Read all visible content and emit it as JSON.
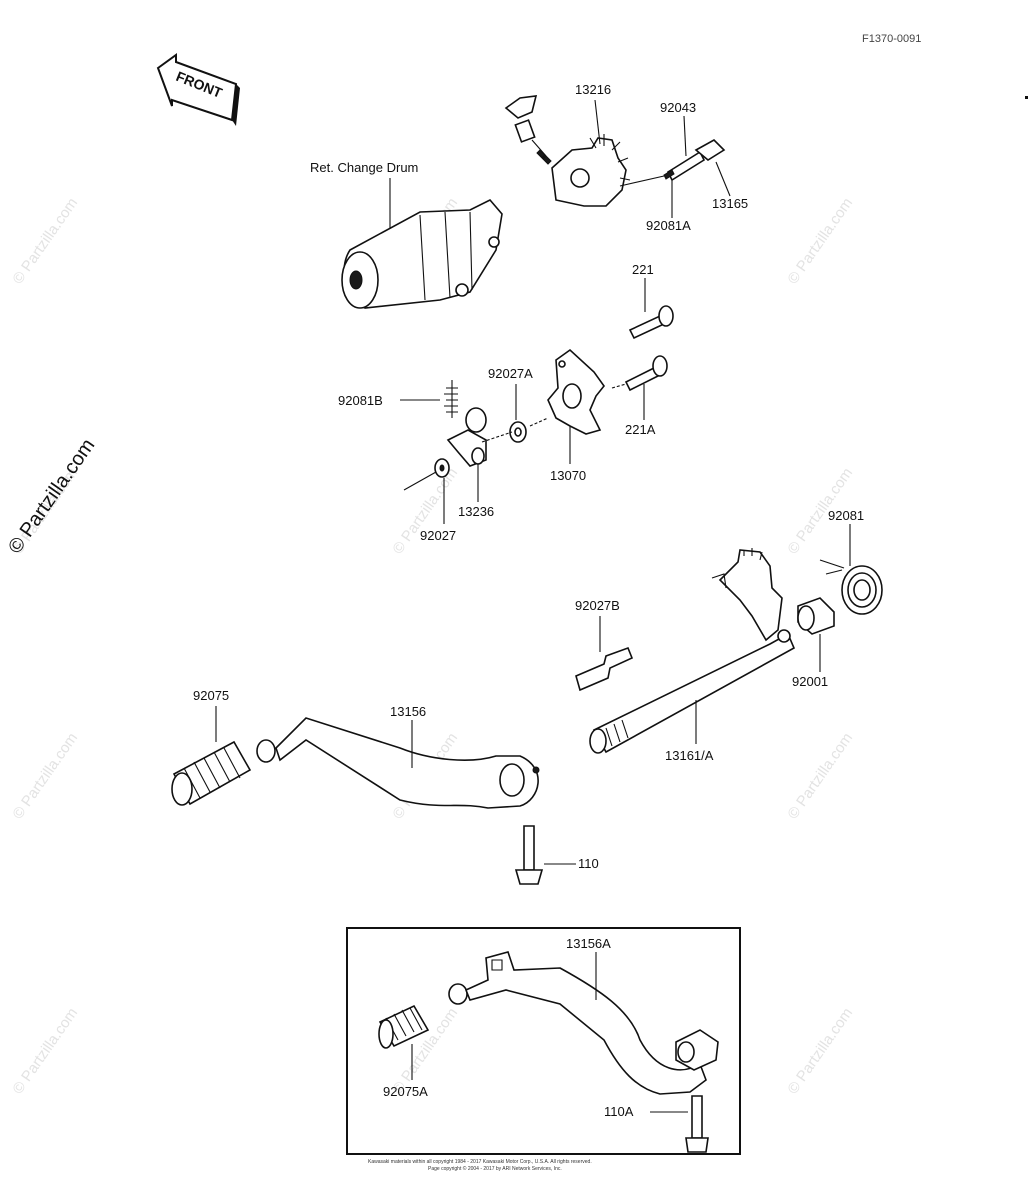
{
  "diagram": {
    "code": "F1370-0091",
    "front_label": "FRONT",
    "ref_label": "Ret. Change Drum",
    "watermark": "© Partzilla.com",
    "footer_line1": "Kawasaki materials within all copyright 1984 - 2017 Kawasaki Motor Corp., U.S.A. All rights reserved.",
    "footer_line2": "Page copyright © 2004 - 2017 by ARI Network Services, Inc.",
    "labels": [
      {
        "id": "p13216",
        "text": "13216"
      },
      {
        "id": "p92043",
        "text": "92043"
      },
      {
        "id": "p13165",
        "text": "13165"
      },
      {
        "id": "p92081A",
        "text": "92081A"
      },
      {
        "id": "p221",
        "text": "221"
      },
      {
        "id": "p92027A",
        "text": "92027A"
      },
      {
        "id": "p92081B",
        "text": "92081B"
      },
      {
        "id": "p221A",
        "text": "221A"
      },
      {
        "id": "p13070",
        "text": "13070"
      },
      {
        "id": "p13236",
        "text": "13236"
      },
      {
        "id": "p92027",
        "text": "92027"
      },
      {
        "id": "p92081",
        "text": "92081"
      },
      {
        "id": "p92001",
        "text": "92001"
      },
      {
        "id": "p92027B",
        "text": "92027B"
      },
      {
        "id": "p92075",
        "text": "92075"
      },
      {
        "id": "p13156",
        "text": "13156"
      },
      {
        "id": "p13161A",
        "text": "13161/A"
      },
      {
        "id": "p110",
        "text": "110"
      },
      {
        "id": "p13156A",
        "text": "13156A"
      },
      {
        "id": "p92075A",
        "text": "92075A"
      },
      {
        "id": "p110A",
        "text": "110A"
      }
    ]
  }
}
